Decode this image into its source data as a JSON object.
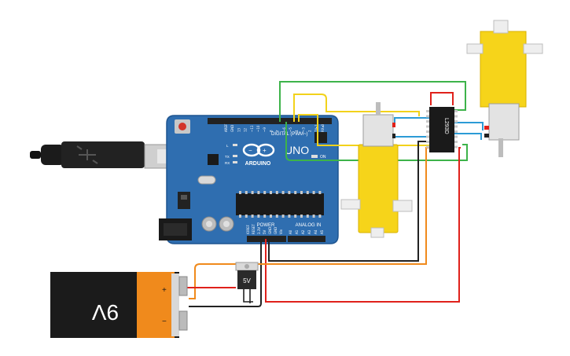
{
  "board": {
    "brand": "ARDUINO",
    "model": "UNO",
    "digital_header": "DIGITAL (PWM~)",
    "power_header": "POWER",
    "analog_header": "ANALOG IN",
    "on_label": "ON",
    "led_l": "L",
    "led_tx": "TX",
    "led_rx": "RX",
    "digital_pins": [
      "AREF",
      "GND",
      "13",
      "12",
      "~11",
      "~10",
      "~9",
      "8",
      "7",
      "~6",
      "~5",
      "4",
      "~3",
      "2",
      "TX▸1",
      "RX◂0"
    ],
    "power_pins": [
      "IOREF",
      "RESET",
      "3.3V",
      "5V",
      "GND",
      "GND",
      "Vin"
    ],
    "analog_pins": [
      "A0",
      "A1",
      "A2",
      "A3",
      "A4",
      "A5"
    ]
  },
  "battery": {
    "voltage": "9V",
    "plus": "+",
    "minus": "−"
  },
  "regulator": {
    "label": "5V"
  },
  "driver": {
    "label": "L293D"
  },
  "colors": {
    "board_blue": "#2f6eb0",
    "wire_red": "#e0211b",
    "wire_green": "#3db34a",
    "wire_yellow": "#f2d21b",
    "wire_blue": "#2c9bd6",
    "wire_orange": "#f08a1c",
    "wire_black": "#222222",
    "motor_yellow": "#f6d41a"
  }
}
